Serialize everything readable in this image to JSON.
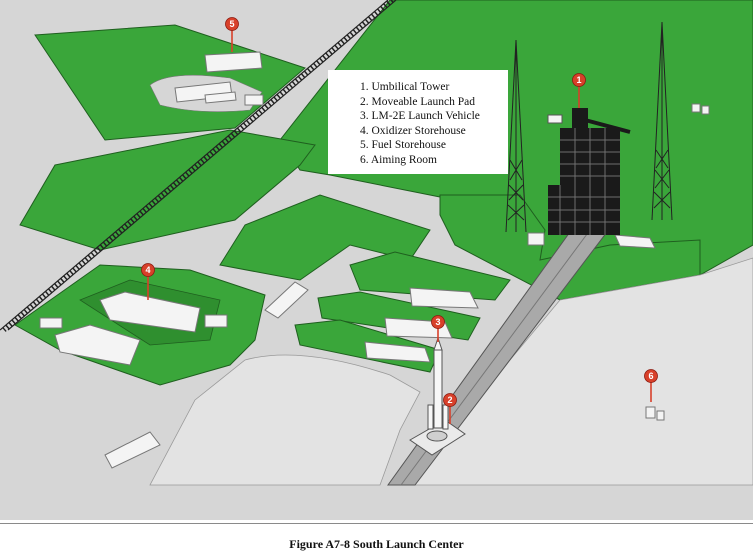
{
  "legend": {
    "items": [
      "1. Umbilical Tower",
      "2. Moveable Launch Pad",
      "3. LM-2E Launch Vehicle",
      "4. Oxidizer Storehouse",
      "5. Fuel Storehouse",
      "6. Aiming Room"
    ]
  },
  "markers": [
    "1",
    "2",
    "3",
    "4",
    "5",
    "6"
  ],
  "caption": "Figure A7-8  South Launch Center",
  "colors": {
    "grass": "#3aa63a",
    "grass_outline": "#1f5f1f",
    "road": "#d6d6d6",
    "pad_area": "#dcdcdc",
    "marker": "#d8402a",
    "tower": "#1a1a1a"
  }
}
